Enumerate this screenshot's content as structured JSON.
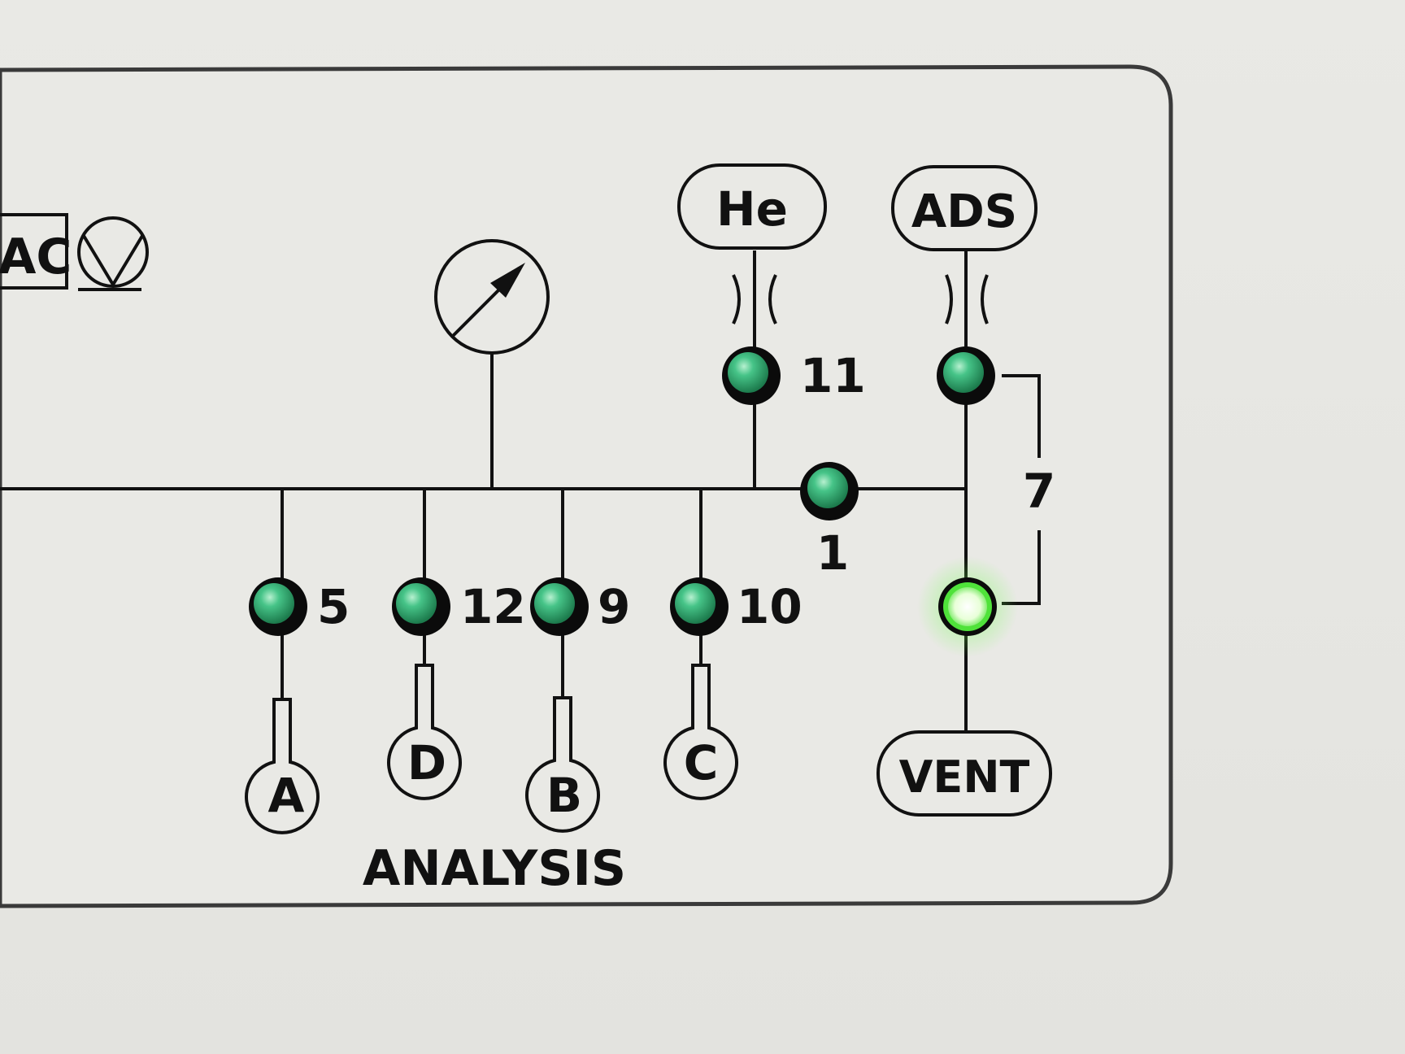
{
  "panel": {
    "partial_label": "AC",
    "vacuum_pump_symbol": "vacuum-pump-icon",
    "pressure_gauge_symbol": "pressure-gauge-icon",
    "restrictor_symbol": "flow-restrictor-icon",
    "sample_bulb_symbol": "sample-tube-icon",
    "section_label": "ANALYSIS"
  },
  "gas_inlets": {
    "he": "He",
    "ads": "ADS",
    "vent": "VENT"
  },
  "ports": {
    "a": "A",
    "b": "B",
    "c": "C",
    "d": "D"
  },
  "valves": {
    "v1": {
      "number": "1",
      "lit": false
    },
    "v5": {
      "number": "5",
      "lit": false
    },
    "v7": {
      "number": "7",
      "lit": true
    },
    "v9": {
      "number": "9",
      "lit": false
    },
    "v10": {
      "number": "10",
      "lit": false
    },
    "v11": {
      "number": "11",
      "lit": false
    },
    "v12": {
      "number": "12",
      "lit": false
    }
  },
  "colors": {
    "panel": "#e8e8e4",
    "ink": "#111111",
    "led_off": "#2ea56c",
    "led_on": "#ecffd8",
    "led_on_glow": "#49e33a"
  }
}
